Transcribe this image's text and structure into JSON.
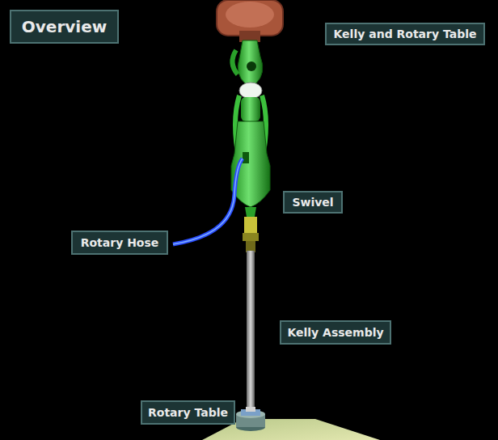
{
  "diagram": {
    "nodes": [
      {
        "text": [
          "Overview"
        ]
      },
      {
        "text": [
          "Kelly and Rotary Table"
        ]
      },
      {
        "text": [
          "Swivel"
        ]
      },
      {
        "text": [
          "Rotary Hose"
        ]
      },
      {
        "text": [
          "Kelly Assembly"
        ]
      },
      {
        "text": [
          "Rotary Table"
        ]
      }
    ]
  }
}
